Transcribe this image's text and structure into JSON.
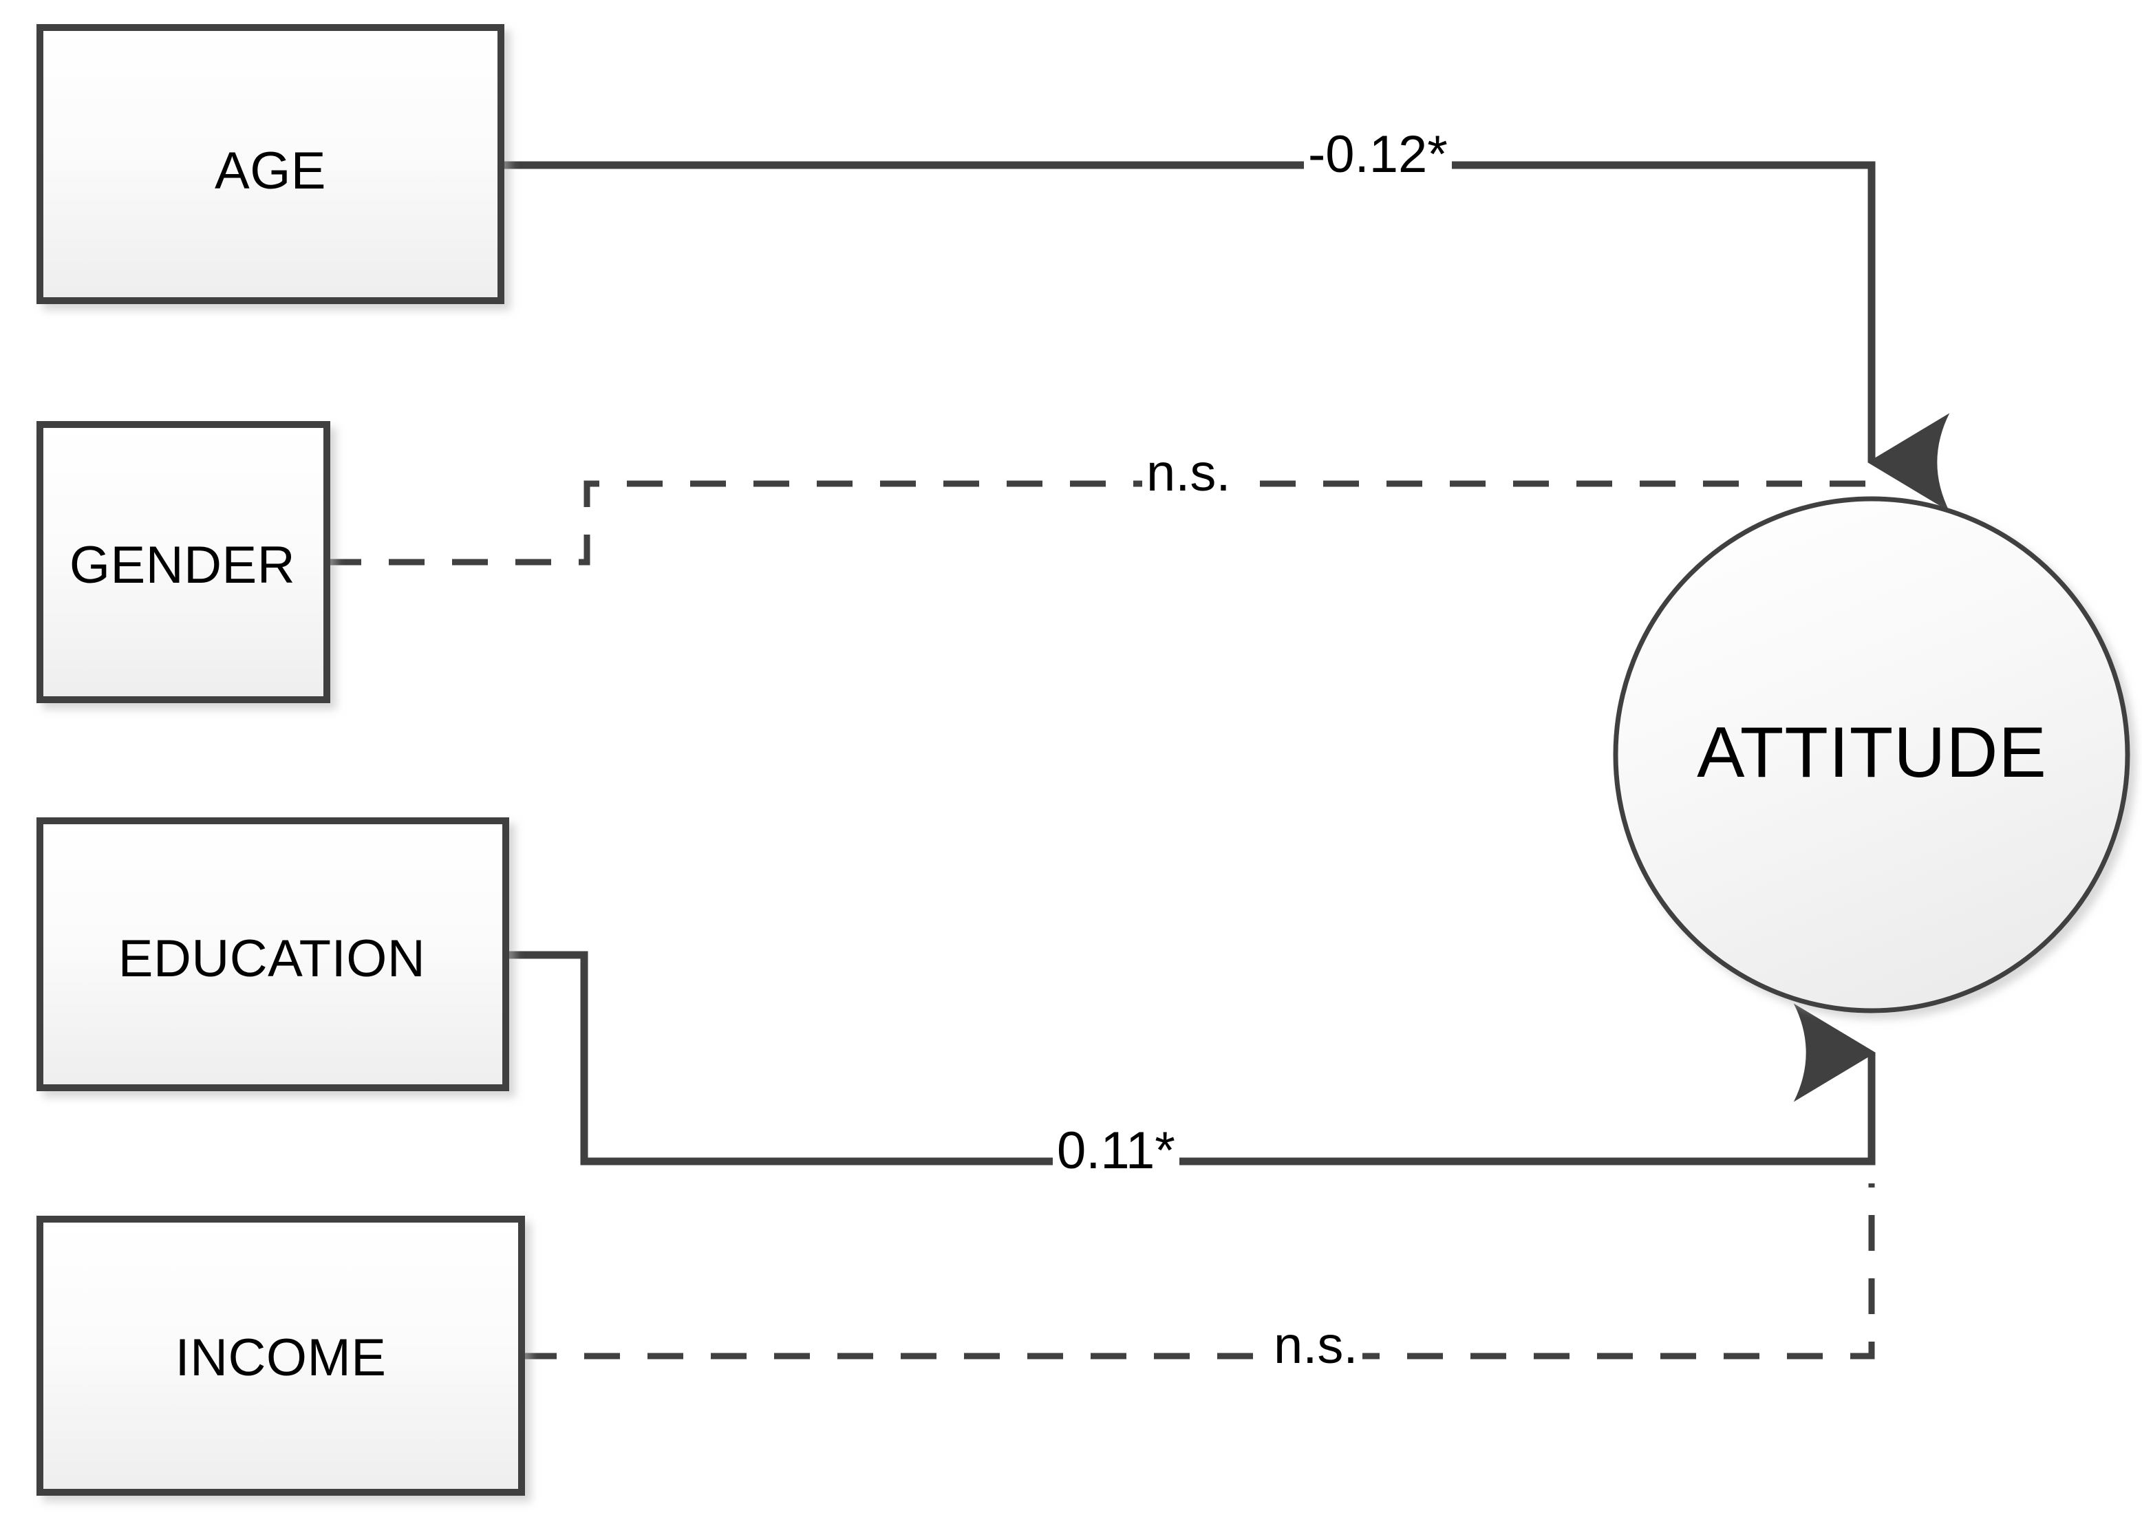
{
  "diagram": {
    "type": "path-diagram",
    "background_color": "#ffffff",
    "stroke_color": "#404040",
    "node_fill_top": "#ffffff",
    "node_fill_bottom": "#eeeeee",
    "text_color": "#000000",
    "predictors": [
      {
        "id": "age",
        "label": "AGE"
      },
      {
        "id": "gender",
        "label": "GENDER"
      },
      {
        "id": "education",
        "label": "EDUCATION"
      },
      {
        "id": "income",
        "label": "INCOME"
      }
    ],
    "outcome": {
      "id": "attitude",
      "label": "ATTITUDE",
      "shape": "circle"
    },
    "paths": [
      {
        "from": "age",
        "to": "attitude",
        "coefficient": "-0.12*",
        "style": "solid",
        "significant": true,
        "arrow": "into-top"
      },
      {
        "from": "gender",
        "to": "attitude",
        "coefficient": "n.s.",
        "style": "dashed",
        "significant": false,
        "arrow": "none"
      },
      {
        "from": "education",
        "to": "attitude",
        "coefficient": "0.11*",
        "style": "solid",
        "significant": true,
        "arrow": "into-bottom"
      },
      {
        "from": "income",
        "to": "attitude",
        "coefficient": "n.s.",
        "style": "dashed",
        "significant": false,
        "arrow": "none"
      }
    ]
  },
  "chart_data": {
    "type": "diagram",
    "title": "",
    "categories": [
      "AGE",
      "GENDER",
      "EDUCATION",
      "INCOME"
    ],
    "values": [
      -0.12,
      null,
      0.11,
      null
    ],
    "value_labels": [
      "-0.12*",
      "n.s.",
      "0.11*",
      "n.s."
    ],
    "target": "ATTITUDE",
    "legend": []
  }
}
